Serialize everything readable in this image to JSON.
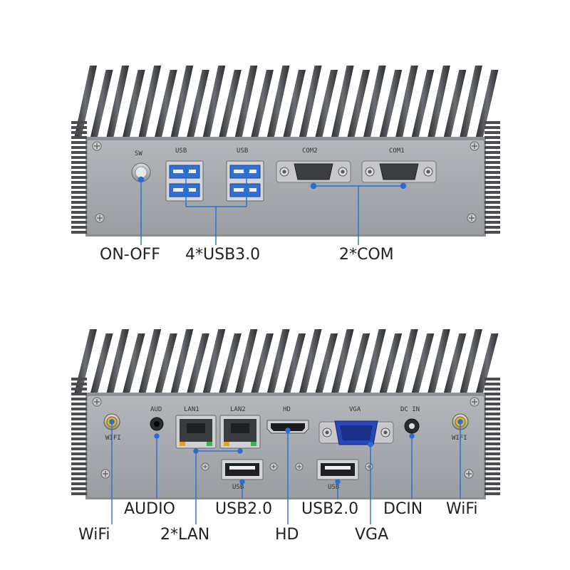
{
  "top_panel": {
    "port_labels": {
      "sw": "SW",
      "usb1": "USB",
      "usb2": "USB",
      "com2": "COM2",
      "com1": "COM1"
    },
    "callouts": {
      "on_off": "ON-OFF",
      "usb30": "4*USB3.0",
      "com": "2*COM"
    }
  },
  "bottom_panel": {
    "port_labels": {
      "wifi_left": "WIFI",
      "aud": "AUD",
      "lan1": "LAN1",
      "lan2": "LAN2",
      "hd": "HD",
      "vga": "VGA",
      "dcin": "DC IN",
      "usb_a": "USB",
      "usb_b": "USB",
      "wifi_right": "WIFI"
    },
    "callouts": {
      "wifi_left": "WiFi",
      "audio": "AUDIO",
      "lan": "2*LAN",
      "usb20_a": "USB2.0",
      "hd": "HD",
      "usb20_b": "USB2.0",
      "vga": "VGA",
      "dcin": "DCIN",
      "wifi_right": "WiFi"
    }
  },
  "colors": {
    "accent": "#2a6fd0",
    "usb3_blue": "#2f6fd6",
    "vga_blue": "#2746b8",
    "panel": "#a6a9ad",
    "fin": "#3a3c40"
  }
}
